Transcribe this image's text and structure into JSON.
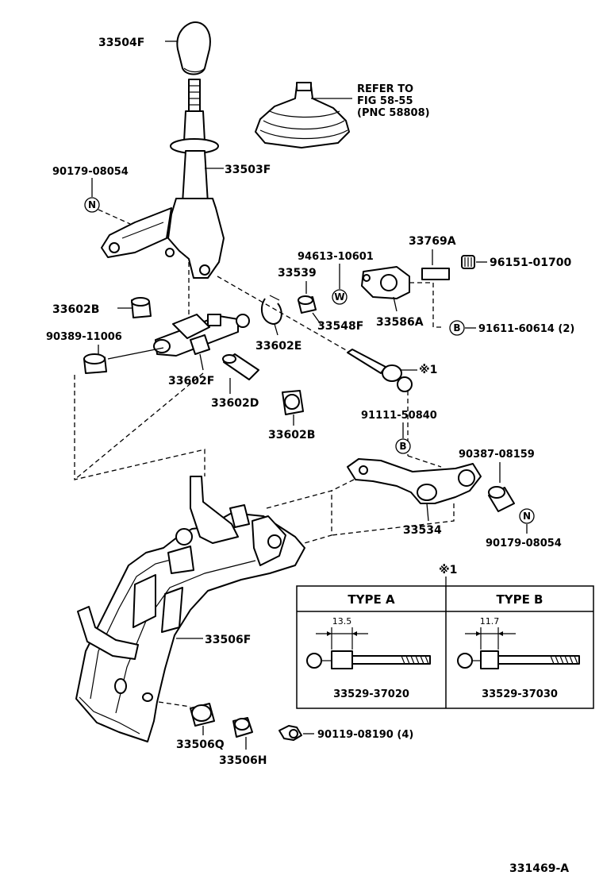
{
  "labels": {
    "knob": "33504F",
    "boot_note_1": "REFER TO",
    "boot_note_2": "FIG 58-55",
    "boot_note_3": "(PNC 58808)",
    "screw_top": "90179-08054",
    "lever": "33503F",
    "washer_w": "94613-10601",
    "spring": "33769A",
    "cap": "96151-01700",
    "pin": "33539",
    "bush_left": "33602B",
    "clip": "33602E",
    "collar": "33548F",
    "retainer": "33586A",
    "bolt_b": "91611-60614 (2)",
    "bush_left_2": "90389-11006",
    "shaft": "33602F",
    "sleeve": "33602D",
    "bush_mid": "33602B",
    "bolt_mid": "91111-50840",
    "collar_right": "90387-08159",
    "link": "33534",
    "screw_right": "90179-08054",
    "bracket": "33506F",
    "bush_low": "33506Q",
    "bush_low_2": "33506H",
    "bolt_low": "90119-08190 (4)",
    "ref_mark": "※1",
    "ref_mark_2": "※1",
    "figure_id": "331469-A"
  },
  "badges": {
    "n": "N",
    "w": "W",
    "b": "B"
  },
  "table": {
    "col_a": "TYPE  A",
    "col_b": "TYPE  B",
    "dim_a": "13.5",
    "dim_b": "11.7",
    "part_a": "33529-37020",
    "part_b": "33529-37030"
  }
}
